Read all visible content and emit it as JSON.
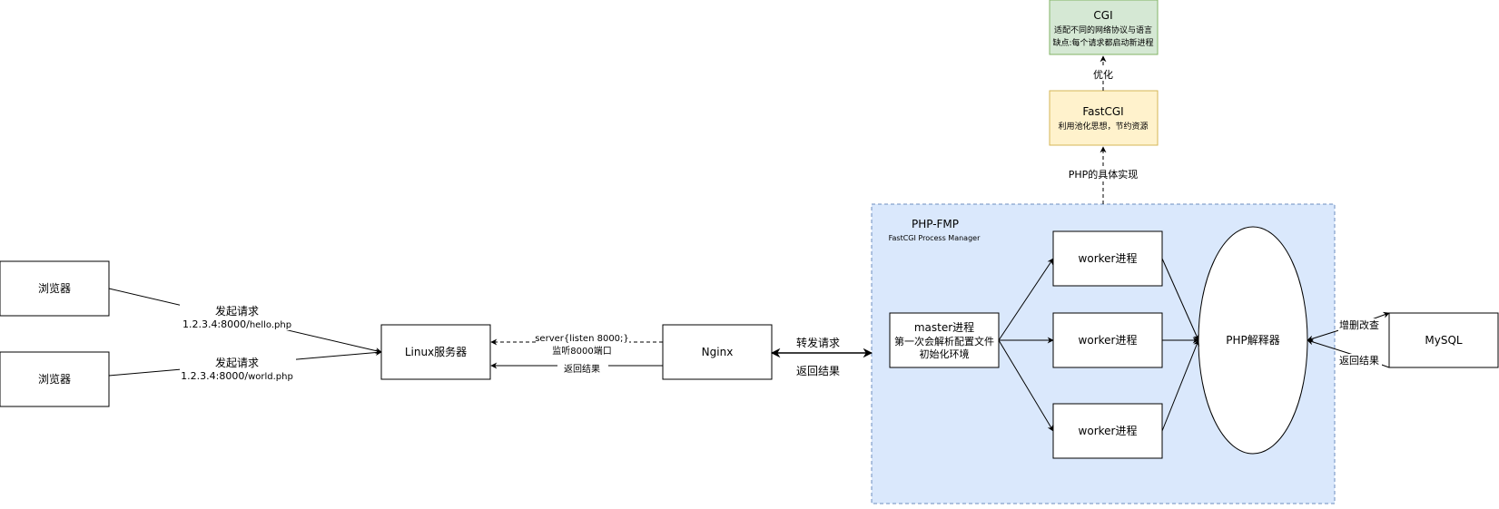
{
  "nodes": {
    "browser1": {
      "label": "浏览器"
    },
    "browser2": {
      "label": "浏览器"
    },
    "linux": {
      "label": "Linux服务器"
    },
    "nginx": {
      "label": "Nginx"
    },
    "master": {
      "line1": "master进程",
      "line2": "第一次会解析配置文件",
      "line3": "初始化环境"
    },
    "worker1": {
      "label": "worker进程"
    },
    "worker2": {
      "label": "worker进程"
    },
    "worker3": {
      "label": "worker进程"
    },
    "php_interpreter": {
      "label": "PHP解释器"
    },
    "mysql": {
      "label": "MySQL"
    },
    "fastcgi": {
      "title": "FastCGI",
      "desc": "利用池化思想，节约资源"
    },
    "cgi": {
      "title": "CGI",
      "desc1": "适配不同的网络协议与语言",
      "desc2": "缺点:每个请求都启动新进程"
    }
  },
  "group": {
    "title": "PHP-FMP",
    "subtitle": "FastCGI Process Manager"
  },
  "edges": {
    "request1": {
      "line1": "发起请求",
      "line2_prefix": "1.2.3.4:8000/",
      "line2_suffix": "hello.php"
    },
    "request2": {
      "line1": "发起请求",
      "line2_prefix": "1.2.3.4:8000/",
      "line2_suffix": "world.php"
    },
    "nginx_listen": {
      "line1": "server{listen 8000;}",
      "line2": "监听8000端口"
    },
    "nginx_return": {
      "label": "返回结果"
    },
    "forward": {
      "label": "转发请求"
    },
    "forward_return": {
      "label": "返回结果"
    },
    "php_impl": {
      "label": "PHP的具体实现"
    },
    "optimize": {
      "label": "优化"
    },
    "mysql_crud": {
      "label": "增删改查"
    },
    "mysql_return": {
      "label": "返回结果"
    }
  },
  "colors": {
    "group_fill": "#dae8fc",
    "group_stroke": "#6c8ebf",
    "fastcgi_fill": "#fff2cc",
    "fastcgi_stroke": "#d6b656",
    "cgi_fill": "#d5e8d4",
    "cgi_stroke": "#82b366"
  }
}
